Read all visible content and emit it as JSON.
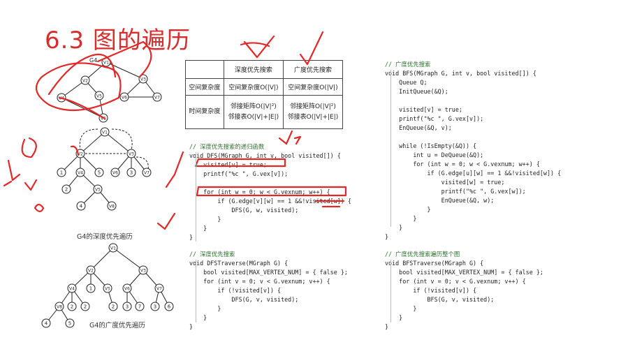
{
  "slide": {
    "title": "6.3 图的遍历"
  },
  "table": {
    "headers": [
      "",
      "深度优先搜索",
      "广度优先搜索"
    ],
    "row1": {
      "label": "空间复杂度",
      "dfs": "空间复杂度O(|V|)",
      "bfs": "空间复杂度O(|V|)"
    },
    "row2": {
      "label": "时间复杂度",
      "dfs_line1": "邻接矩阵O(|V|²)",
      "dfs_line2": "邻接表O(|V|+|E|)",
      "bfs_line1": "邻接矩阵O(|V|²)",
      "bfs_line2": "邻接表O(|V|+|E|)"
    }
  },
  "graph": {
    "g4_label": "G4",
    "dfs_tree_caption": "G4的深度优先遍历",
    "bfs_tree_caption": "G4的广度优先遍历",
    "node_labels": {
      "v1": "V1",
      "v2": "V2",
      "v3": "V3",
      "v4": "V4",
      "v5": "V5",
      "v6": "V6",
      "v7": "V7",
      "n1": "1",
      "n2": "2",
      "n3": "3",
      "n4": "4",
      "n5": "5",
      "n6": "6",
      "n7": "7"
    }
  },
  "code": {
    "dfs_recursive": [
      "// 深度优先搜索的递归函数",
      "void DFS(MGraph G, int v, bool visited[]) {",
      "    visited[v] = true;",
      "    printf(\"%c \", G.vex[v]);",
      "",
      "    for (int w = 0; w < G.vexnum; w++) {",
      "        if (G.edge[v][w] == 1 &&!visited[w]) {",
      "            DFS(G, w, visited);",
      "        }",
      "    }",
      "}"
    ],
    "dfs_traverse": [
      "// 深度优先搜索",
      "void DFSTraverse(MGraph G) {",
      "    bool visited[MAX_VERTEX_NUM] = { false };",
      "    for (int v = 0; v < G.vexnum; v++) {",
      "        if (!visited[v]) {",
      "            DFS(G, v, visited);",
      "        }",
      "    }",
      "}"
    ],
    "bfs": [
      "// 广度优先搜索",
      "void BFS(MGraph G, int v, bool visited[]) {",
      "    Queue Q;",
      "    InitQueue(&Q);",
      "",
      "    visited[v] = true;",
      "    printf(\"%c \", G.vex[v]);",
      "    EnQueue(&Q, v);",
      "",
      "    while (!IsEmpty(&Q)) {",
      "        int u = DeQueue(&Q);",
      "        for (int w = 0; w < G.vexnum; w++) {",
      "            if (G.edge[u][w] == 1 &&!visited[w]) {",
      "                visited[w] = true;",
      "                printf(\"%c \", G.vex[w]);",
      "                EnQueue(&Q, w);",
      "            }",
      "        }",
      "    }",
      "}"
    ],
    "bfs_traverse": [
      "// 广度优先搜索遍历整个图",
      "void BFSTraverse(MGraph G) {",
      "    bool visited[MAX_VERTEX_NUM] = { false };",
      "    for (int v = 0; v < G.vexnum; v++) {",
      "        if (!visited[v]) {",
      "            BFS(G, v, visited);",
      "        }",
      "    }",
      "}"
    ]
  },
  "colors": {
    "title": "#d62d2d",
    "annotation": "#e02828",
    "comment": "#2f6f2f"
  }
}
